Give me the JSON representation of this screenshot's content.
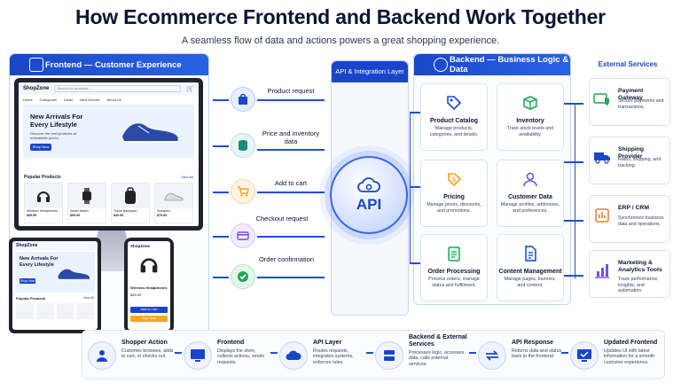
{
  "header": {
    "title": "How Ecommerce Frontend and Backend Work Together",
    "subtitle": "A seamless flow of data and actions powers a great shopping experience."
  },
  "frontend": {
    "panel_title": "Frontend — Customer Experience",
    "store": {
      "logo": "ShopZone",
      "search_placeholder": "Search for products...",
      "nav": [
        "Home",
        "Categories",
        "Deals",
        "New Arrivals",
        "About Us"
      ],
      "hero_title": "New Arrivals For Every Lifestyle",
      "hero_text": "Discover the best products at unbeatable prices.",
      "hero_button": "Shop Now",
      "popular_label": "Popular Products",
      "view_all": "View All",
      "products": [
        {
          "name": "Wireless Headphones",
          "price": "$59.99"
        },
        {
          "name": "Smart Watch",
          "price": "$99.99"
        },
        {
          "name": "Travel Backpack",
          "price": "$49.99"
        },
        {
          "name": "Sneakers",
          "price": "$79.99"
        }
      ]
    },
    "tablet": {
      "logo": "ShopZone",
      "hero_title": "New Arrivals For Every Lifestyle",
      "hero_button": "Shop Now",
      "popular_label": "Popular Products",
      "view_all": "View All"
    },
    "phone": {
      "logo": "ShopZone",
      "product_name": "Wireless Headphones",
      "price": "$59.99",
      "add_to_cart": "Add to Cart",
      "buy_now": "Buy Now"
    }
  },
  "flows": [
    {
      "label": "Product request",
      "icon": "shopping-bag-icon"
    },
    {
      "label": "Price and inventory data",
      "icon": "database-icon"
    },
    {
      "label": "Add to cart",
      "icon": "cart-icon"
    },
    {
      "label": "Checkout request",
      "icon": "credit-card-icon"
    },
    {
      "label": "Order confirmation",
      "icon": "check-icon"
    }
  ],
  "api": {
    "column_title": "API & Integration Layer",
    "hub_label": "API"
  },
  "backend": {
    "panel_title": "Backend — Business Logic & Data",
    "cards": [
      {
        "title": "Product Catalog",
        "desc": "Manage products, categories, and details.",
        "icon": "tag-icon"
      },
      {
        "title": "Inventory",
        "desc": "Track stock levels and availability.",
        "icon": "box-icon"
      },
      {
        "title": "Pricing",
        "desc": "Manage prices, discounts, and promotions.",
        "icon": "price-tag-icon"
      },
      {
        "title": "Customer Data",
        "desc": "Manage profiles, addresses, and preferences.",
        "icon": "user-icon"
      },
      {
        "title": "Order Processing",
        "desc": "Process orders, manage status and fulfillment.",
        "icon": "clipboard-icon"
      },
      {
        "title": "Content Management",
        "desc": "Manage pages, banners, and content.",
        "icon": "document-icon"
      }
    ]
  },
  "external": {
    "title": "External Services",
    "items": [
      {
        "title": "Payment Gateway",
        "desc": "Secure payments and transactions.",
        "icon": "payment-shield-icon"
      },
      {
        "title": "Shipping Provider",
        "desc": "Rates, shipping, and tracking.",
        "icon": "truck-icon"
      },
      {
        "title": "ERP / CRM",
        "desc": "Synchronize business data and operations.",
        "icon": "erp-icon"
      },
      {
        "title": "Marketing & Analytics Tools",
        "desc": "Track performance, insights, and automation.",
        "icon": "chart-icon"
      }
    ]
  },
  "steps": [
    {
      "title": "Shopper Action",
      "desc": "Customer browses, adds to cart, or checks out.",
      "icon": "shopper-icon"
    },
    {
      "title": "Frontend",
      "desc": "Displays the store, collects actions, sends requests.",
      "icon": "monitor-icon"
    },
    {
      "title": "API Layer",
      "desc": "Routes requests, integrates systems, enforces rules.",
      "icon": "api-cloud-icon"
    },
    {
      "title": "Backend & External Services",
      "desc": "Processes logic, accesses data, calls external services.",
      "icon": "server-icon"
    },
    {
      "title": "API Response",
      "desc": "Returns data and status back to the frontend.",
      "icon": "sync-icon"
    },
    {
      "title": "Updated Frontend",
      "desc": "Updates UI with latest information for a smooth customer experience.",
      "icon": "updated-monitor-icon"
    }
  ],
  "colors": {
    "primary": "#1946c9",
    "accent_orange": "#f5a623",
    "accent_green": "#22a65a",
    "accent_purple": "#7b4fd6"
  }
}
